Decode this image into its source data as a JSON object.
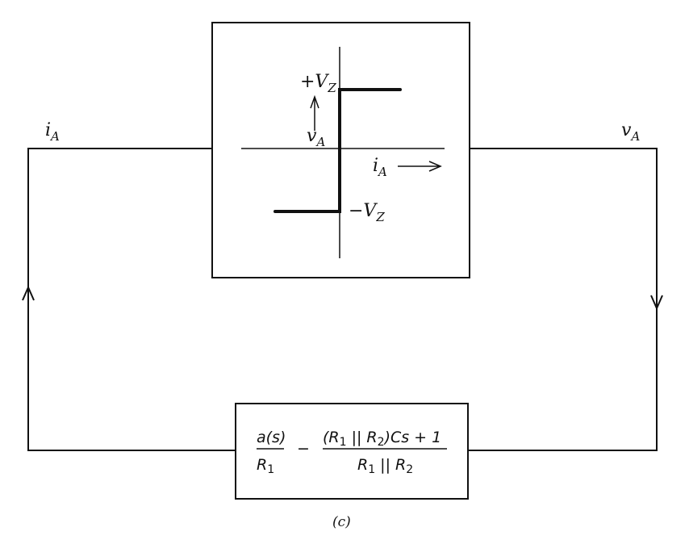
{
  "diagram": {
    "input_label": {
      "main": "i",
      "sub": "A"
    },
    "output_label": {
      "main": "v",
      "sub": "A"
    },
    "nonlinearity": {
      "upper_level": {
        "main": "+V",
        "sub": "Z"
      },
      "lower_level": {
        "main": "−V",
        "sub": "Z"
      },
      "v_axis": {
        "main": "v",
        "sub": "A"
      },
      "i_axis": {
        "main": "i",
        "sub": "A"
      }
    },
    "feedback_block": {
      "term1_num": "a(s)",
      "term1_den": {
        "main": "R",
        "sub": "1"
      },
      "operator": "−",
      "term2_num": {
        "p1": "(R",
        "s1": "1",
        "p2": " || R",
        "s2": "2",
        "p3": ")Cs + 1"
      },
      "term2_den": {
        "p1": "R",
        "s1": "1",
        "p2": " || R",
        "s2": "2"
      }
    },
    "caption": "(c)"
  }
}
